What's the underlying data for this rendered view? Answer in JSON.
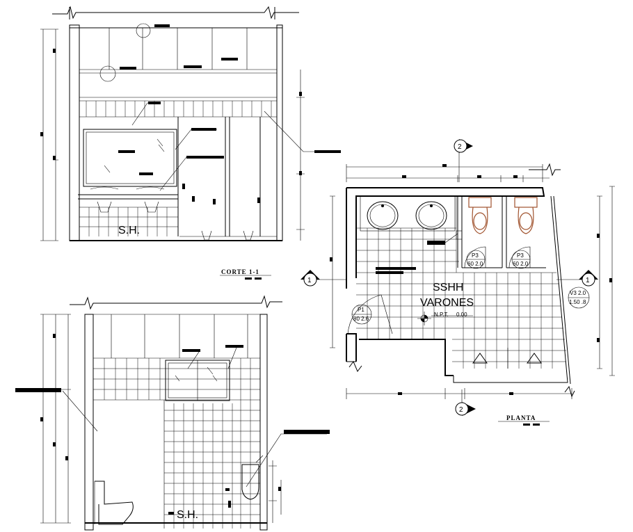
{
  "section_1": {
    "room_tag": "S.H.",
    "title": "CORTE 1-1"
  },
  "section_2": {
    "room_tag": "S.H."
  },
  "plan": {
    "room_name_line1": "SSHH",
    "room_name_line2": "VARONES",
    "level_label": "N.P.T.",
    "level_value": "0.00",
    "title": "PLANTA",
    "axis_markers": {
      "top": "2",
      "bottom": "2",
      "left": "1",
      "right": "1"
    },
    "door_tags": [
      {
        "code": "P1",
        "size": "80  2.6"
      },
      {
        "code": "P3",
        "size": "60 2.0"
      },
      {
        "code": "P3",
        "size": "60 2.0"
      }
    ],
    "window_tag": {
      "code": "V3 2.0",
      "size": "1.50 .8"
    }
  }
}
